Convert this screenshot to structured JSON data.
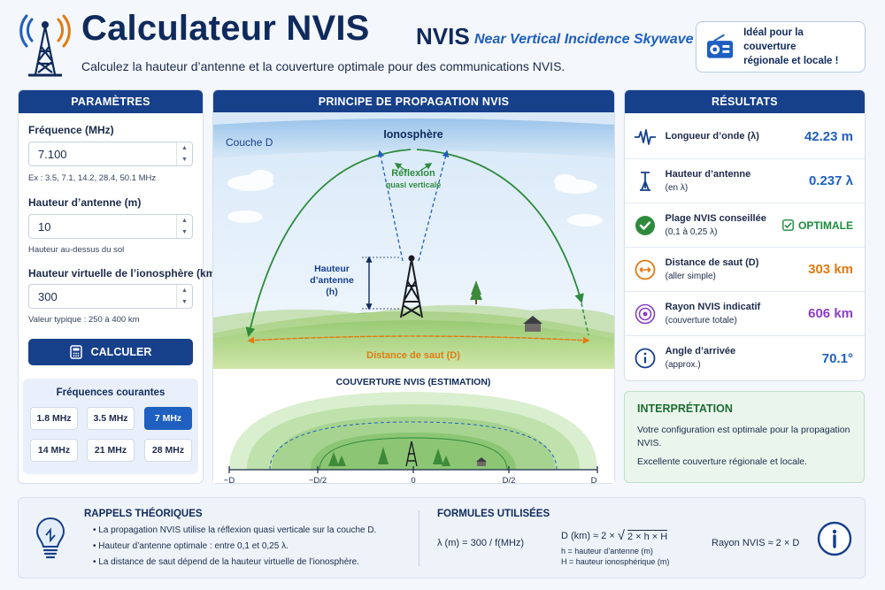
{
  "header": {
    "title": "Calculateur NVIS",
    "subtitle": "Calculez la hauteur d’antenne et la couverture optimale pour des communications NVIS.",
    "brand": "NVIS",
    "brand_tagline": "Near Vertical Incidence Skywave",
    "ideal_text_1": "Idéal pour la couverture",
    "ideal_text_2": "régionale et locale !"
  },
  "params": {
    "title": "PARAMÈTRES",
    "freq_label": "Fréquence (MHz)",
    "freq_value": "7.100",
    "freq_hint": "Ex : 3.5, 7.1, 14.2, 28.4, 50.1 MHz",
    "height_label": "Hauteur d’antenne (m)",
    "height_value": "10",
    "height_hint": "Hauteur au-dessus du sol",
    "iono_label": "Hauteur virtuelle de l’ionosphère (km)",
    "iono_value": "300",
    "iono_hint": "Valeur typique : 250 à 400 km",
    "calc_label": "CALCULER",
    "common_title": "Fréquences courantes",
    "chips": [
      "1.8 MHz",
      "3.5 MHz",
      "7 MHz",
      "14 MHz",
      "21 MHz",
      "28 MHz"
    ],
    "active_chip": "7 MHz"
  },
  "propagation": {
    "title": "PRINCIPE DE PROPAGATION NVIS",
    "couche_d": "Couche D",
    "ionosphere": "Ionosphère",
    "reflexion": "Réflexion",
    "quasi": "quasi verticale",
    "hauteur_1": "Hauteur",
    "hauteur_2": "d’antenne",
    "hauteur_3": "(h)",
    "distance": "Distance de saut (D)",
    "coverage_title": "COUVERTURE NVIS (ESTIMATION)",
    "axis": [
      "−D",
      "−D/2",
      "0",
      "D/2",
      "D"
    ]
  },
  "results": {
    "title": "RÉSULTATS",
    "rows": [
      {
        "label": "Longueur d’onde (λ)",
        "sub": "",
        "value": "42.23 m",
        "color": "#1f5fbf",
        "icon": "wave-icon"
      },
      {
        "label": "Hauteur d’antenne",
        "sub": "(en λ)",
        "value": "0.237 λ",
        "color": "#1f5fbf",
        "icon": "antenna-icon"
      },
      {
        "label": "Plage NVIS conseillée",
        "sub": "(0,1 à 0,25 λ)",
        "value": "OPTIMALE",
        "color": "#1f8a3b",
        "icon": "check-icon"
      },
      {
        "label": "Distance de saut (D)",
        "sub": "(aller simple)",
        "value": "303 km",
        "color": "#e07b12",
        "icon": "distance-icon"
      },
      {
        "label": "Rayon NVIS indicatif",
        "sub": "(couverture totale)",
        "value": "606 km",
        "color": "#8a3fc4",
        "icon": "radius-icon"
      },
      {
        "label": "Angle d’arrivée",
        "sub": "(approx.)",
        "value": "70.1°",
        "color": "#1f5fbf",
        "icon": "info-icon"
      }
    ]
  },
  "interpretation": {
    "title": "INTERPRÉTATION",
    "text_1": "Votre configuration est optimale pour la propagation NVIS.",
    "text_2": "Excellente couverture régionale et locale."
  },
  "bottom": {
    "rappels_title": "RAPPELS THÉORIQUES",
    "rappels": [
      "La propagation NVIS utilise la réflexion quasi verticale sur la couche D.",
      "Hauteur d’antenne optimale : entre 0,1 et 0,25 λ.",
      "La distance de saut dépend de la hauteur virtuelle de l’ionosphère."
    ],
    "formules_title": "FORMULES UTILISÉES",
    "formula_1": "λ (m) = 300 / f(MHz)",
    "formula_2_left": "D (km) ≈ 2 ×",
    "formula_2_rad": "2 × h × H",
    "formula_2_h": "h = hauteur d’antenne (m)",
    "formula_2_H": "H = hauteur ionosphérique (m)",
    "formula_3": "Rayon NVIS ≈ 2 × D"
  }
}
